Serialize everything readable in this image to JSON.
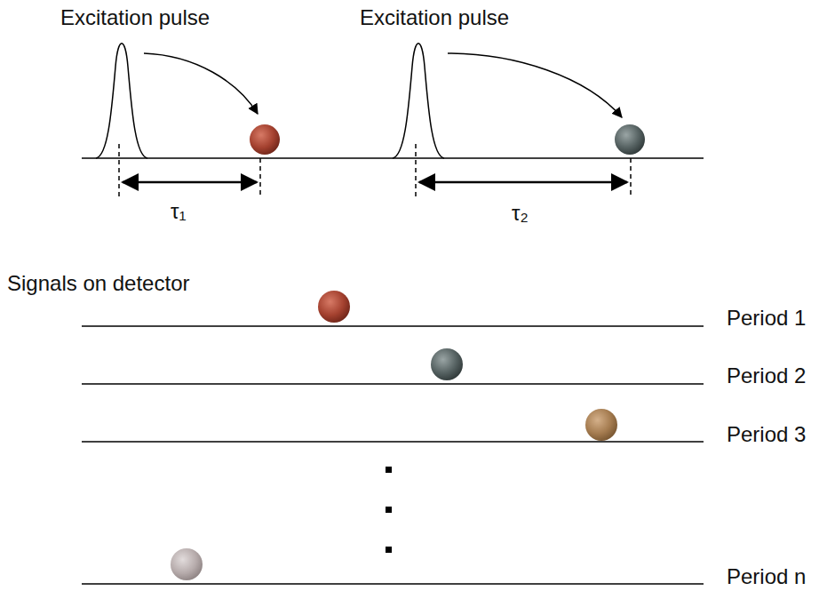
{
  "diagram": {
    "labels": [
      "Excitation pulse",
      "Excitation pulse",
      "τ₁",
      "τ₂",
      "Signals on detector",
      "Period 1",
      "Period 2",
      "Period 3",
      "Period n"
    ]
  }
}
